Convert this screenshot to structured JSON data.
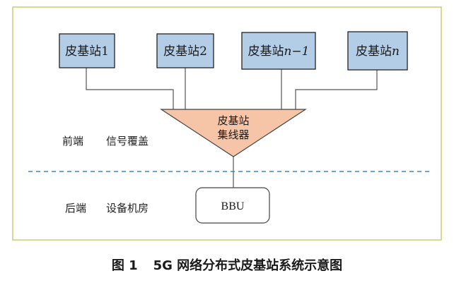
{
  "colors": {
    "frame": "#c9cf6c",
    "node_fill": "#b4cde6",
    "node_stroke": "#222222",
    "hub_fill": "#f6c4a6",
    "hub_stroke": "#444444",
    "connector": "#555555",
    "divider": "#3a86c8",
    "bbu_fill": "#ffffff",
    "bbu_stroke": "#444444"
  },
  "femtocells": [
    {
      "name": "皮基站",
      "index": "1",
      "italic": false
    },
    {
      "name": "皮基站",
      "index": "2",
      "italic": false
    },
    {
      "name": "皮基站",
      "index": "n−1",
      "italic": true
    },
    {
      "name": "皮基站",
      "index": "n",
      "italic": true
    }
  ],
  "hub": {
    "line1": "皮基站",
    "line2": "集线器"
  },
  "bbu": {
    "label": "BBU"
  },
  "zones": {
    "front": {
      "side": "前端",
      "function": "信号覆盖"
    },
    "back": {
      "side": "后端",
      "function": "设备机房"
    }
  },
  "caption": {
    "figure_no": "图 1",
    "title": "5G 网络分布式皮基站系统示意图"
  }
}
